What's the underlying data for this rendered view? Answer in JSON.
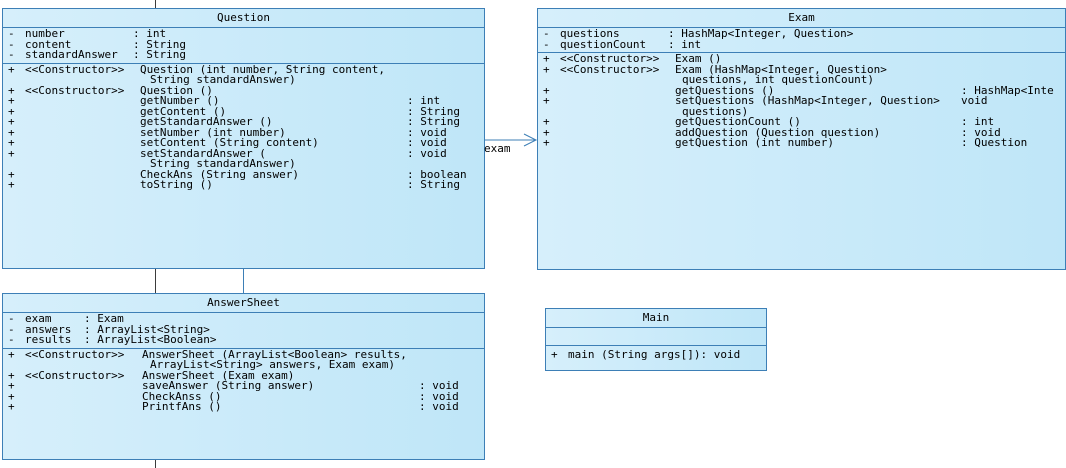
{
  "classes": {
    "question": {
      "name": "Question",
      "attributes": [
        {
          "vis": "-",
          "name": "number",
          "sep": ": int"
        },
        {
          "vis": "-",
          "name": "content",
          "sep": ": String"
        },
        {
          "vis": "-",
          "name": "standardAnswer",
          "sep": ": String"
        }
      ],
      "operations": [
        {
          "vis": "+",
          "stereo": "<<Constructor>>",
          "sig": "Question (int number, String content,",
          "type": ""
        },
        {
          "vis": "",
          "stereo": "",
          "sig": "String standardAnswer)",
          "type": ""
        },
        {
          "vis": "+",
          "stereo": "<<Constructor>>",
          "sig": "Question ()",
          "type": ""
        },
        {
          "vis": "+",
          "stereo": "",
          "sig": "getNumber ()",
          "type": ": int"
        },
        {
          "vis": "+",
          "stereo": "",
          "sig": "getContent ()",
          "type": ": String"
        },
        {
          "vis": "+",
          "stereo": "",
          "sig": "getStandardAnswer ()",
          "type": ": String"
        },
        {
          "vis": "+",
          "stereo": "",
          "sig": "setNumber (int number)",
          "type": ": void"
        },
        {
          "vis": "+",
          "stereo": "",
          "sig": "setContent (String content)",
          "type": ": void"
        },
        {
          "vis": "+",
          "stereo": "",
          "sig": "setStandardAnswer (",
          "type": ": void"
        },
        {
          "vis": "",
          "stereo": "",
          "sig": "String standardAnswer)",
          "type": ""
        },
        {
          "vis": "+",
          "stereo": "",
          "sig": "CheckAns (String answer)",
          "type": ": boolean"
        },
        {
          "vis": "+",
          "stereo": "",
          "sig": "toString ()",
          "type": ": String"
        }
      ]
    },
    "exam": {
      "name": "Exam",
      "attributes": [
        {
          "vis": "-",
          "name": "questions",
          "sep": ": HashMap<Integer, Question>"
        },
        {
          "vis": "-",
          "name": "questionCount",
          "sep": ": int"
        }
      ],
      "operations": [
        {
          "vis": "+",
          "stereo": "<<Constructor>>",
          "sig": "Exam ()",
          "type": ""
        },
        {
          "vis": "+",
          "stereo": "<<Constructor>>",
          "sig": "Exam (HashMap<Integer, Question>",
          "type": ""
        },
        {
          "vis": "",
          "stereo": "",
          "sig": "questions, int questionCount)",
          "type": ""
        },
        {
          "vis": "+",
          "stereo": "",
          "sig": "getQuestions ()",
          "type": ": HashMap<Inte"
        },
        {
          "vis": "+",
          "stereo": "",
          "sig": "setQuestions (HashMap<Integer, Question>",
          "type": "void"
        },
        {
          "vis": "",
          "stereo": "",
          "sig": "questions)",
          "type": ""
        },
        {
          "vis": "+",
          "stereo": "",
          "sig": "getQuestionCount ()",
          "type": ": int"
        },
        {
          "vis": "+",
          "stereo": "",
          "sig": "addQuestion (Question question)",
          "type": ": void"
        },
        {
          "vis": "+",
          "stereo": "",
          "sig": "getQuestion (int number)",
          "type": ": Question"
        }
      ]
    },
    "answersheet": {
      "name": "AnswerSheet",
      "attributes": [
        {
          "vis": "-",
          "name": "exam",
          "sep": ": Exam"
        },
        {
          "vis": "-",
          "name": "answers",
          "sep": ": ArrayList<String>"
        },
        {
          "vis": "-",
          "name": "results",
          "sep": ": ArrayList<Boolean>"
        }
      ],
      "operations": [
        {
          "vis": "+",
          "stereo": "<<Constructor>>",
          "sig": "AnswerSheet (ArrayList<Boolean> results,",
          "type": ""
        },
        {
          "vis": "",
          "stereo": "",
          "sig": "ArrayList<String> answers, Exam exam)",
          "type": ""
        },
        {
          "vis": "+",
          "stereo": "<<Constructor>>",
          "sig": "AnswerSheet (Exam exam)",
          "type": ""
        },
        {
          "vis": "+",
          "stereo": "",
          "sig": "saveAnswer (String answer)",
          "type": ": void"
        },
        {
          "vis": "+",
          "stereo": "",
          "sig": "CheckAnss ()",
          "type": ": void"
        },
        {
          "vis": "+",
          "stereo": "",
          "sig": "PrintfAns ()",
          "type": ": void"
        }
      ]
    },
    "main": {
      "name": "Main",
      "attributes": [],
      "operations": [
        {
          "vis": "+",
          "stereo": "",
          "sig": "main (String args[]): void",
          "type": ""
        }
      ]
    }
  },
  "associations": [
    {
      "label": "exam"
    }
  ]
}
